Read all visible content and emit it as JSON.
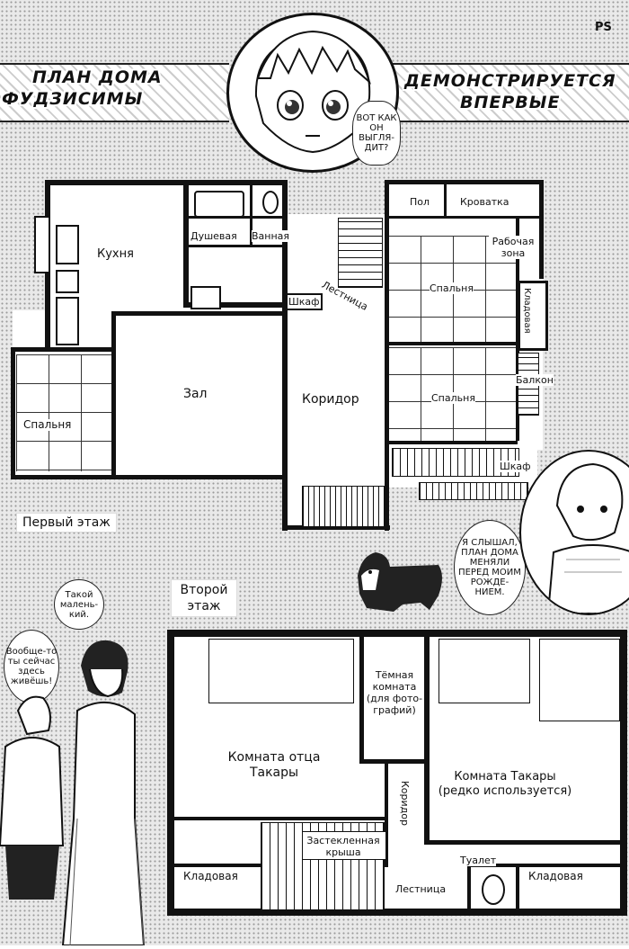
{
  "page_mark": "PS",
  "header": {
    "title_left_line1": "ПЛАН ДОМА",
    "title_left_line2": "ФУДЗИСИМЫ",
    "title_right_line1": "ДЕМОНСТРИРУЕТСЯ",
    "title_right_line2": "ВПЕРВЫЕ"
  },
  "bubbles": {
    "top": "ВОТ КАК ОН ВЫГЛЯ- ДИТ?",
    "right": "Я СЛЫШАЛ, ПЛАН ДОМА МЕНЯЛИ ПЕРЕД МОИМ РОЖДЕ- НИЕМ.",
    "small": "Такой малень- кий.",
    "left": "Вообще-то ты сейчас здесь живёшь!"
  },
  "floor1": {
    "label": "Первый этаж",
    "rooms": {
      "kitchen": "Кухня",
      "shower": "Душевая",
      "bath": "Ванная",
      "closet_a": "Шкаф",
      "stairs": "Лестница",
      "hall": "Зал",
      "corridor": "Коридор",
      "bedroom_left": "Спальня",
      "floor": "Пол",
      "crib": "Кроватка",
      "work_zone": "Рабочая зона",
      "bedroom_r1": "Спальня",
      "storage": "Кладовая",
      "bedroom_r2": "Спальня",
      "balcony": "Балкон",
      "closet_b": "Шкаф"
    }
  },
  "floor2": {
    "label": "Второй этаж",
    "rooms": {
      "dark_room": "Тёмная комната (для фото- графий)",
      "father_room": "Комната отца Такары",
      "corridor": "Коридор",
      "takara_room": "Комната Такары (редко используется)",
      "glass_roof": "Застекленная крыша",
      "storage_left": "Кладовая",
      "stairs": "Лестница",
      "toilet": "Туалет",
      "storage_right": "Кладовая"
    }
  }
}
